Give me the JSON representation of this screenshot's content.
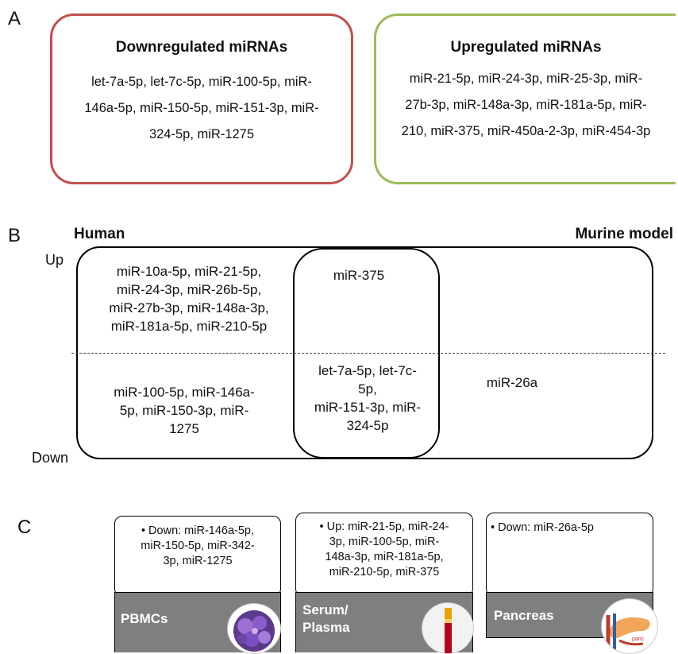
{
  "panelA": {
    "letter": "A",
    "down": {
      "title": "Downregulated miRNAs",
      "lines": [
        "let-7a-5p, let-7c-5p, miR-100-5p, miR-",
        "146a-5p, miR-150-5p,  miR-151-3p, miR-",
        "324-5p, miR-1275"
      ]
    },
    "up": {
      "title": "Upregulated miRNAs",
      "lines": [
        "miR-21-5p, miR-24-3p, miR-25-3p,  miR-",
        "27b-3p, miR-148a-3p, miR-181a-5p, miR-",
        "210, miR-375, miR-450a-2-3p, miR-454-3p"
      ]
    },
    "colors": {
      "down_border": "#c0504d",
      "up_border": "#9bbb59"
    }
  },
  "panelB": {
    "letter": "B",
    "human_label": "Human",
    "murine_label": "Murine model",
    "up_label": "Up",
    "down_label": "Down",
    "human_up": [
      "miR-10a-5p, miR-21-5p,",
      "miR-24-3p, miR-26b-5p,",
      "miR-27b-3p, miR-148a-3p,",
      "miR-181a-5p, miR-210-5p"
    ],
    "shared_up": [
      "miR-375"
    ],
    "human_down": [
      "miR-100-5p, miR-146a-",
      "5p, miR-150-3p, miR-",
      "1275"
    ],
    "shared_down": [
      "let-7a-5p, let-7c-",
      "5p,",
      "miR-151-3p, miR-",
      "324-5p"
    ],
    "murine_down": [
      "miR-26a"
    ]
  },
  "panelC": {
    "letter": "C",
    "tissues": [
      {
        "label": [
          "PBMCs"
        ],
        "lines": [
          "• Down: miR-146a-5p,",
          "miR-150-5p, miR-342-",
          "3p, miR-1275"
        ],
        "icon": "pbmc-cells-icon"
      },
      {
        "label": [
          "Serum/",
          "Plasma"
        ],
        "lines": [
          "• Up: miR-21-5p, miR-24-",
          "3p, miR-100-5p,  miR-",
          "148a-3p, miR-181a-5p,",
          "miR-210-5p, miR-375"
        ],
        "icon": "blood-tube-icon"
      },
      {
        "label": [
          "Pancreas"
        ],
        "lines": [
          "• Down: miR-26a-5p"
        ],
        "icon": "pancreas-icon",
        "icon_text": "panc"
      }
    ],
    "colors": {
      "bar": "#7f7f7f"
    }
  }
}
